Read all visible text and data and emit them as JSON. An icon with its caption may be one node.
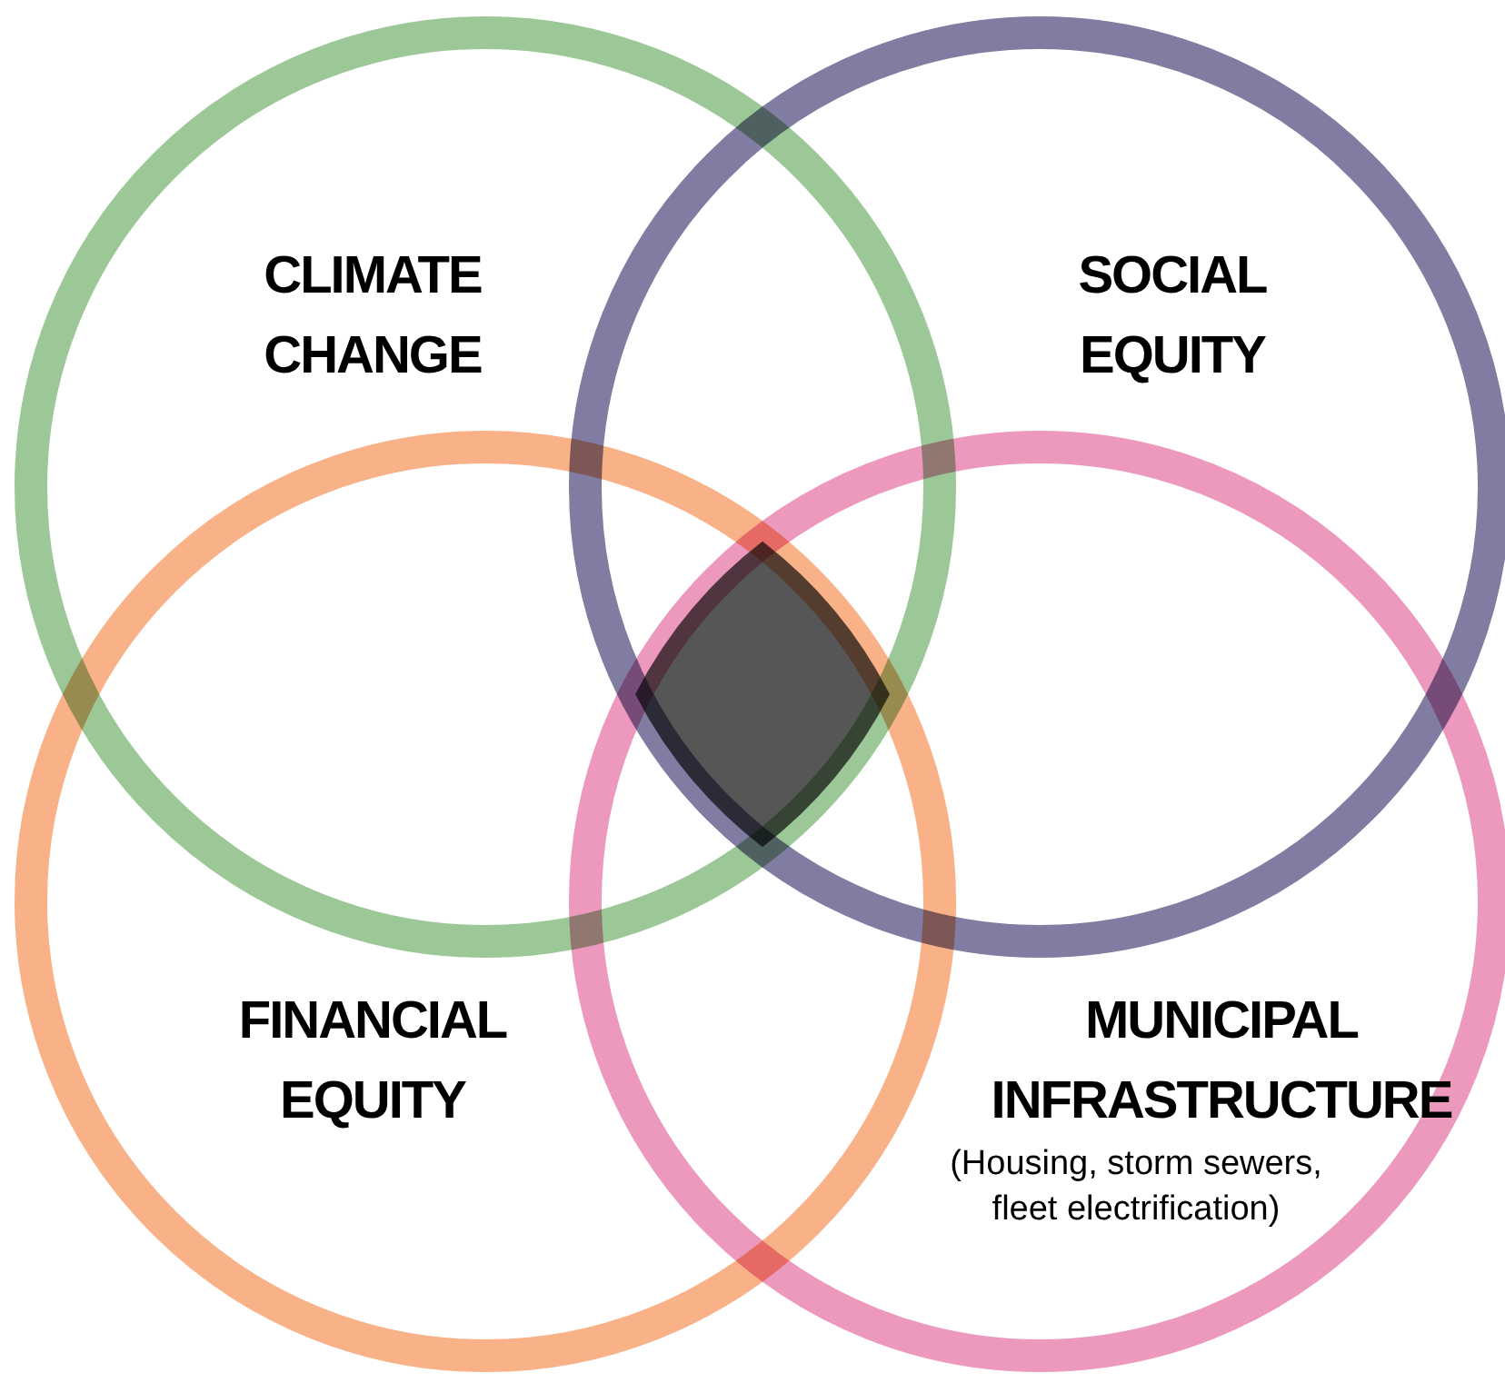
{
  "diagram": {
    "nodes": [
      {
        "text": [
          "CLIMATE CHANGE"
        ]
      },
      {
        "text": [
          "SOCIAL EQUITY"
        ]
      },
      {
        "text": [
          "FINANCIAL EQUITY"
        ]
      },
      {
        "text": [
          "MUNICIPAL INFRASTRUCTURE",
          "(Housing, storm sewers, fleet electrification)"
        ]
      },
      {
        "text": [],
        "shape": "diamond"
      }
    ]
  }
}
